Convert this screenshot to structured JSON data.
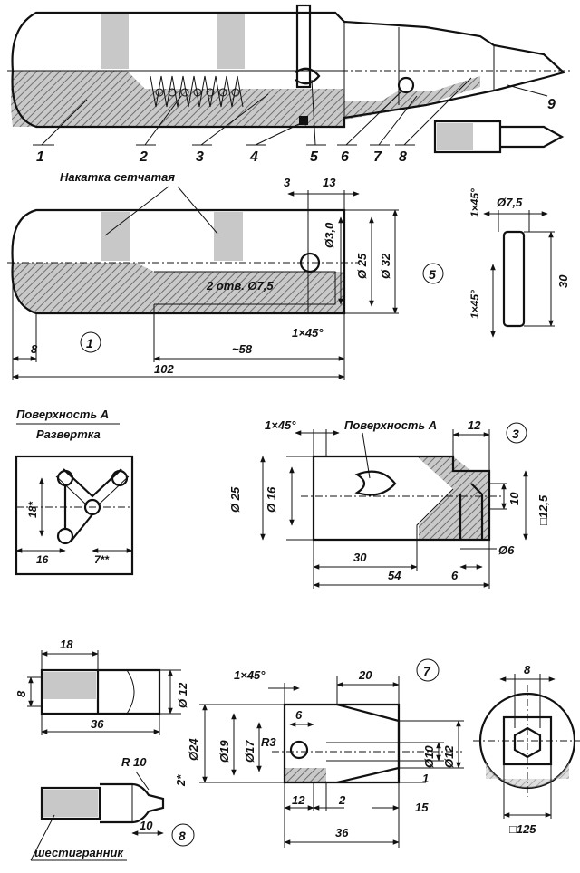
{
  "colors": {
    "ink": "#111111",
    "paper": "#ffffff",
    "hatch": "#8a8a8a"
  },
  "assembly": {
    "callouts": [
      "1",
      "2",
      "3",
      "4",
      "5",
      "6",
      "7",
      "8",
      "9"
    ]
  },
  "part5": {
    "knurl_label": "Накатка сетчатая",
    "dim_3": "3",
    "dim_13": "13",
    "dim_d30": "Ø3,0",
    "dim_holes": "2 отв. Ø7,5",
    "dim_d25": "Ø 25",
    "dim_d32": "Ø 32",
    "dim_chamfer": "1×45°",
    "dim_8": "8",
    "dim_58": "~58",
    "dim_102": "102",
    "marker_part1": "1",
    "marker_part5": "5"
  },
  "pin": {
    "dim_chamfer_top": "1×45°",
    "dim_d75": "Ø7,5",
    "dim_chamfer_bottom": "1×45°",
    "dim_30": "30"
  },
  "surface_a": {
    "title": "Поверхность А",
    "subtitle": "Развертка",
    "dim_18": "18*",
    "dim_16": "16",
    "dim_7": "7**"
  },
  "part3": {
    "dim_chamfer": "1×45°",
    "surface_label": "Поверхность А",
    "dim_12": "12",
    "marker": "3",
    "dim_d25": "Ø 25",
    "dim_d16": "Ø 16",
    "dim_10": "10",
    "dim_sq125": "□12,5",
    "dim_d6": "Ø6",
    "dim_30": "30",
    "dim_6": "6",
    "dim_54": "54"
  },
  "bit": {
    "dim_18": "18",
    "dim_8": "8",
    "dim_d12": "Ø 12",
    "dim_36": "36"
  },
  "part7": {
    "marker": "7",
    "dim_chamfer": "1×45°",
    "dim_20": "20",
    "dim_2star": "2*",
    "dim_d24": "Ø24",
    "dim_d19": "Ø19",
    "dim_d17": "Ø17",
    "dim_6": "6",
    "dim_r3": "R3",
    "dim_d10": "Ø10",
    "dim_d12": "Ø12",
    "dim_1": "1",
    "dim_12": "12",
    "dim_2": "2",
    "dim_15": "15",
    "dim_36": "36"
  },
  "part8": {
    "dim_r10": "R 10",
    "dim_10": "10",
    "marker": "8",
    "hex_label": "шестигранник"
  },
  "endview": {
    "dim_8": "8",
    "dim_sq125": "□125"
  }
}
